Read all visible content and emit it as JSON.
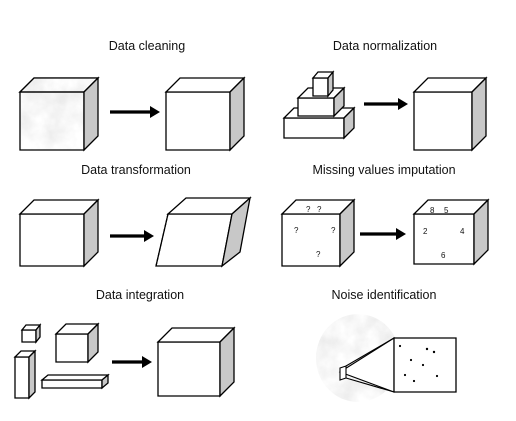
{
  "panels": {
    "cleaning": {
      "title": "Data cleaning"
    },
    "normalization": {
      "title": "Data normalization"
    },
    "transformation": {
      "title": "Data transformation"
    },
    "imputation": {
      "title": "Missing values imputation",
      "missing_marks": [
        "?",
        "?",
        "?",
        "?",
        "?"
      ],
      "filled_values": [
        "8",
        "5",
        "2",
        "4",
        "6"
      ]
    },
    "integration": {
      "title": "Data integration"
    },
    "noise": {
      "title": "Noise identification"
    }
  },
  "colors": {
    "side_face": "#c8c8c8",
    "line": "#000000",
    "marble_texture": "#dcdcdc"
  }
}
